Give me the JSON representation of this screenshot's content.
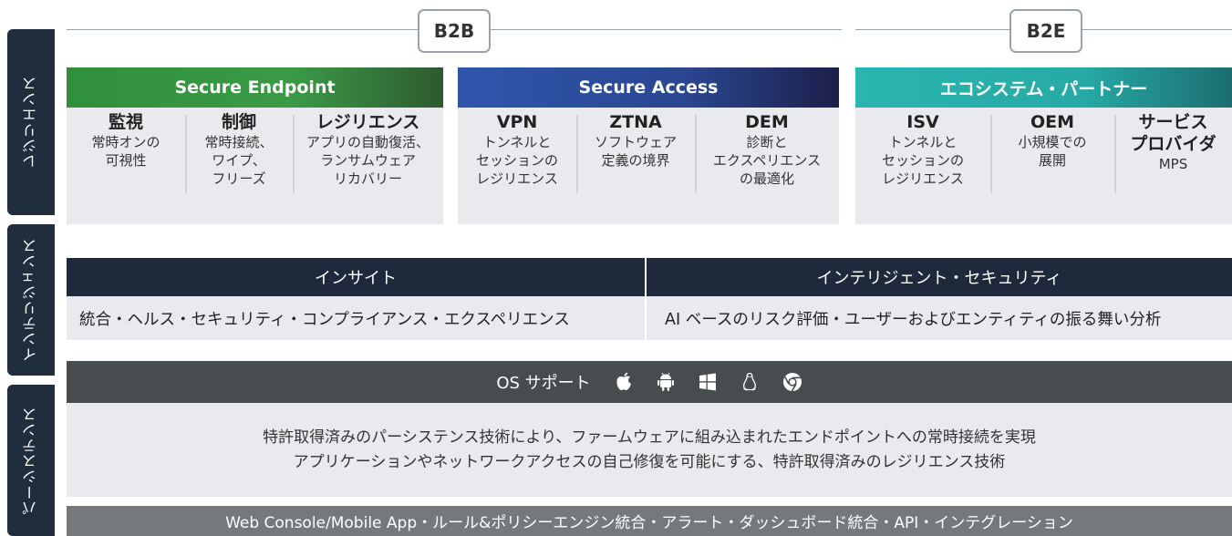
{
  "side_tabs": {
    "resilience": "レジリエンス",
    "intelligence": "インテリジェンス",
    "persistence": "パーシステンス"
  },
  "badges": {
    "b2b": "B2B",
    "b2e": "B2E"
  },
  "panels": [
    {
      "title": "Secure Endpoint",
      "columns": [
        {
          "title": "監視",
          "desc": "常時オンの\n可視性"
        },
        {
          "title": "制御",
          "desc": "常時接続、\nワイプ、\nフリーズ"
        },
        {
          "title": "レジリエンス",
          "desc": "アプリの自動復活、\nランサムウェア\nリカバリー"
        }
      ]
    },
    {
      "title": "Secure Access",
      "columns": [
        {
          "title": "VPN",
          "desc": "トンネルと\nセッションの\nレジリエンス"
        },
        {
          "title": "ZTNA",
          "desc": "ソフトウェア\n定義の境界"
        },
        {
          "title": "DEM",
          "desc": "診断と\nエクスペリエンス\nの最適化"
        }
      ]
    },
    {
      "title": "エコシステム・パートナー",
      "columns": [
        {
          "title": "ISV",
          "desc": "トンネルと\nセッションの\nレジリエンス"
        },
        {
          "title": "OEM",
          "desc": "小規模での\n展開"
        },
        {
          "title": "サービス\nプロバイダ",
          "desc": "MPS"
        }
      ]
    }
  ],
  "insight": {
    "left_head": "インサイト",
    "left_body": "統合・ヘルス・セキュリティ・コンプライアンス・エクスペリエンス",
    "right_head": "インテリジェント・セキュリティ",
    "right_body": "AI ベースのリスク評価・ユーザーおよびエンティティの振る舞い分析"
  },
  "os": {
    "label": "OS サポート",
    "icons": [
      "apple-icon",
      "android-icon",
      "windows-icon",
      "linux-icon",
      "chrome-icon"
    ]
  },
  "persistence": {
    "line1": "特許取得済みのパーシステンス技術により、ファームウェアに組み込まれたエンドポイントへの常時接続を実現",
    "line2": "アプリケーションやネットワークアクセスの自己修復を可能にする、特許取得済みのレジリエンス技術"
  },
  "footer": "Web Console/Mobile App・ルール&ポリシーエンジン統合・アラート・ダッシュボード統合・API・インテグレーション",
  "colors": {
    "secure_endpoint": "#2f8f3b",
    "secure_access": "#2d4fa0",
    "ecosystem": "#2ab5b0",
    "dark_navy": "#1e2a3b",
    "os_bar": "#474c4e",
    "footer": "#75797b"
  }
}
